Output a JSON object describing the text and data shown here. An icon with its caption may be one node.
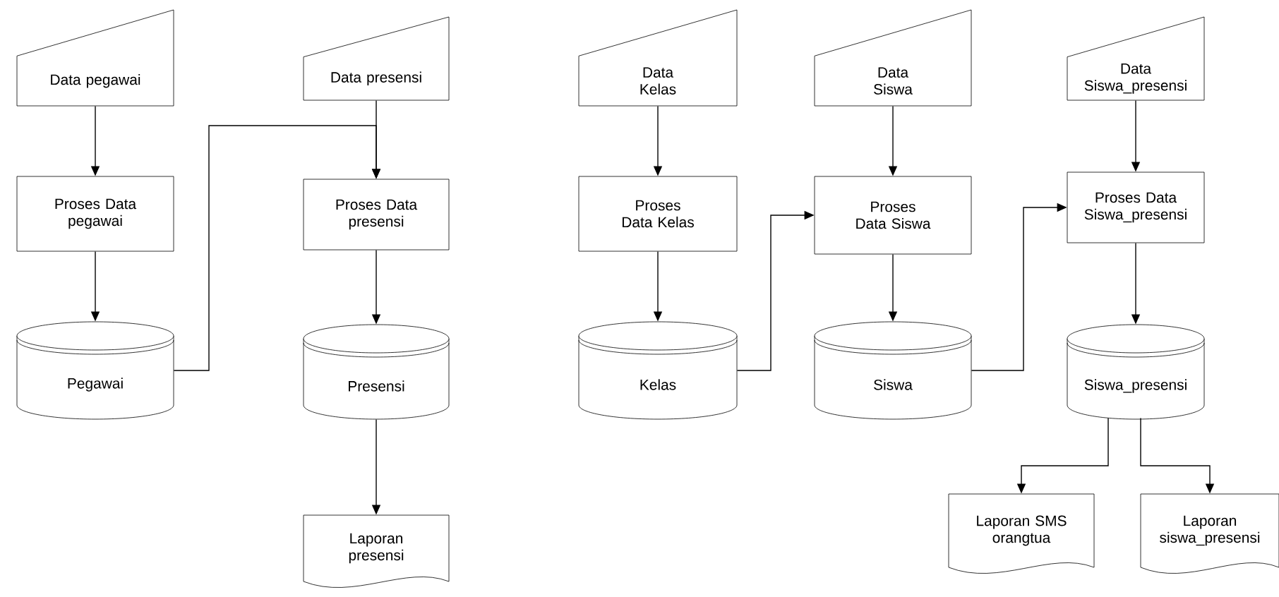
{
  "diagram": {
    "nodes": [
      {
        "text": [
          "Data pegawai"
        ]
      },
      {
        "text": [
          "Proses Data pegawai"
        ]
      },
      {
        "text": [
          "Pegawai"
        ]
      },
      {
        "text": [
          "Data presensi"
        ]
      },
      {
        "text": [
          "Proses Data presensi"
        ]
      },
      {
        "text": [
          "Presensi"
        ]
      },
      {
        "text": [
          "Laporan presensi"
        ]
      },
      {
        "text": [
          "Data Kelas"
        ]
      },
      {
        "text": [
          "Proses Data Kelas"
        ]
      },
      {
        "text": [
          "Kelas"
        ]
      },
      {
        "text": [
          "Data Siswa"
        ]
      },
      {
        "text": [
          "Proses Data Siswa"
        ]
      },
      {
        "text": [
          "Siswa"
        ]
      },
      {
        "text": [
          "Data Siswa_presensi"
        ]
      },
      {
        "text": [
          "Proses Data Siswa_presensi"
        ]
      },
      {
        "text": [
          "Siswa_presensi"
        ]
      },
      {
        "text": [
          "Laporan SMS orangtua"
        ]
      },
      {
        "text": [
          "Laporan siswa_presensi"
        ]
      }
    ],
    "edges": [
      {
        "from": 0,
        "to": 1,
        "arrow": "to"
      },
      {
        "from": 1,
        "to": 2,
        "arrow": "to"
      },
      {
        "from": 2,
        "to": 4,
        "arrow": "to"
      },
      {
        "from": 3,
        "to": 4,
        "arrow": "to"
      },
      {
        "from": 4,
        "to": 5,
        "arrow": "to"
      },
      {
        "from": 5,
        "to": 6,
        "arrow": "to"
      },
      {
        "from": 7,
        "to": 8,
        "arrow": "to"
      },
      {
        "from": 8,
        "to": 9,
        "arrow": "to"
      },
      {
        "from": 9,
        "to": 11,
        "arrow": "to"
      },
      {
        "from": 10,
        "to": 11,
        "arrow": "to"
      },
      {
        "from": 11,
        "to": 12,
        "arrow": "to"
      },
      {
        "from": 12,
        "to": 14,
        "arrow": "to"
      },
      {
        "from": 13,
        "to": 14,
        "arrow": "to"
      },
      {
        "from": 14,
        "to": 15,
        "arrow": "to"
      },
      {
        "from": 15,
        "to": 16,
        "arrow": "to"
      },
      {
        "from": 15,
        "to": 17,
        "arrow": "to"
      }
    ]
  }
}
